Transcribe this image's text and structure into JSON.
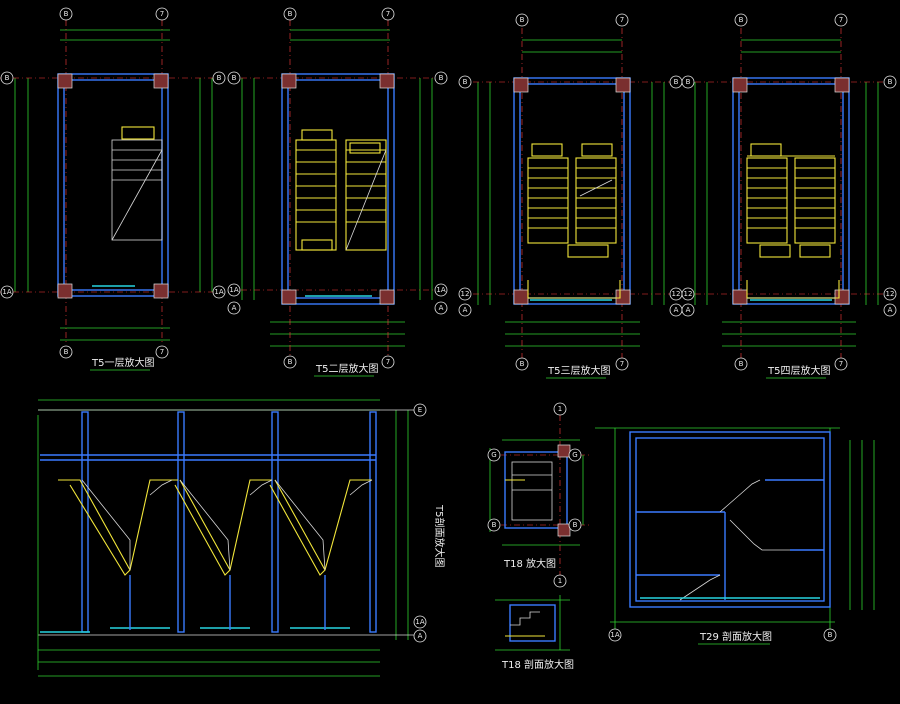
{
  "titles": {
    "t5_floor1": "T5一层放大图",
    "t5_floor2": "T5二层放大图",
    "t5_floor3": "T5三层放大图",
    "t5_floor4": "T5四层放大图",
    "t5_section": "T5剖面放大图",
    "t18_plan": "T18 放大图",
    "t18_section": "T18 剖面放大图",
    "t29_section": "T29 剖面放大图"
  },
  "axis_labels": {
    "col_b": "B",
    "col_7": "7",
    "row_b": "B",
    "row_1a": "1A",
    "row_a": "A",
    "row_12": "12",
    "row_e": "E",
    "col_1": "1",
    "row_g": "G"
  },
  "colors": {
    "background": "#000000",
    "dimension": "#2fd12f",
    "wall": "#3a7bff",
    "axis": "#ff3b3b",
    "stair": "#f2e63a",
    "text": "#e8e8e8",
    "slab": "#27d4e0"
  }
}
